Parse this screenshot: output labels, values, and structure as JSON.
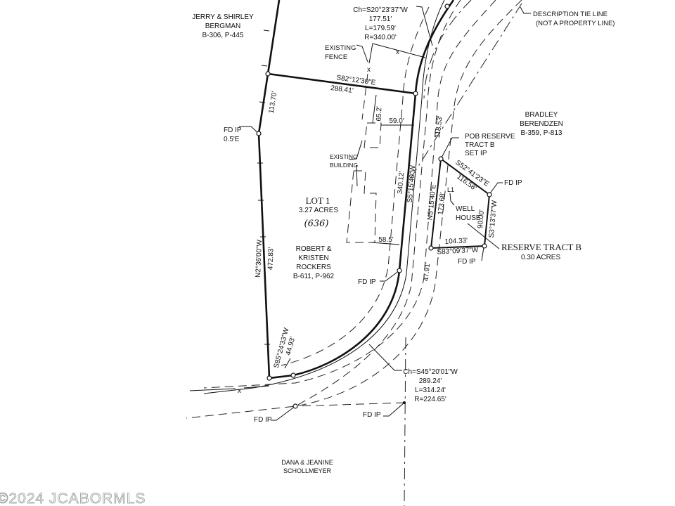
{
  "owners": {
    "bergman": [
      "JERRY & SHIRLEY",
      "BERGMAN",
      "B-306, P-445"
    ],
    "berendzen": [
      "BRADLEY",
      "BERENDZEN",
      "B-359, P-813"
    ],
    "rockers": [
      "ROBERT &",
      "KRISTEN",
      "ROCKERS",
      "B-611, P-962"
    ],
    "schollmeyer": [
      "DANA & JEANINE",
      "SCHOLLMEYER"
    ]
  },
  "curve_north": [
    "Ch=S20°23'37\"W",
    "177.51'",
    "L=179.59'",
    "R=340.00'"
  ],
  "curve_south": [
    "Ch=S45°20'01\"W",
    "289.24'",
    "L=314.24'",
    "R=224.65'"
  ],
  "tie_line": [
    "DESCRIPTION TIE LINE",
    "(NOT A PROPERTY LINE)"
  ],
  "existing_fence": [
    "EXISTING",
    "FENCE"
  ],
  "existing_building": [
    "EXISTING",
    "BUILDING"
  ],
  "well_house": [
    "WELL",
    "HOUSE"
  ],
  "l1": "L1",
  "pob": [
    "POB RESERVE",
    "TRACT B",
    "SET IP"
  ],
  "fd_ip": "FD IP",
  "fd_ip_offset": [
    "FD IP",
    "0.5'E"
  ],
  "bearings": {
    "north_line": "S82°12'30\"E",
    "north_line_dist": "288.41'",
    "west_upper_dist": "113.70'",
    "west_bearing": "N2°36'00\"W",
    "west_dist": "472.83'",
    "east_bearing": "S5°15'40\"W",
    "east_dist": "340.12'",
    "south_short_bearing": "S85°24'33\"W",
    "south_short_dist": "44.93'",
    "tie_north": "118.53'",
    "tie_south": "47.91'",
    "tract_ne_bearing": "S52°41'23\"E",
    "tract_ne_dist": "116.58'",
    "tract_e_bearing": "S3°13'37\"W",
    "tract_e_dist": "90.00'",
    "tract_s_bearing": "S83°09'37\"W",
    "tract_s_dist": "104.33'",
    "tract_w_bearing": "N5°15'40\"E",
    "tract_w_dist": "173.68'",
    "bldg_offset_n": "65.2'",
    "bldg_offset_e": "59.0'",
    "bldg_offset_s": "58.5'"
  },
  "lot": {
    "name": "LOT 1",
    "area": "3.27 ACRES",
    "address": "(636)"
  },
  "reserve": {
    "name": "RESERVE TRACT B",
    "area": "0.30 ACRES"
  },
  "watermark": "©2024 JCABORMLS"
}
